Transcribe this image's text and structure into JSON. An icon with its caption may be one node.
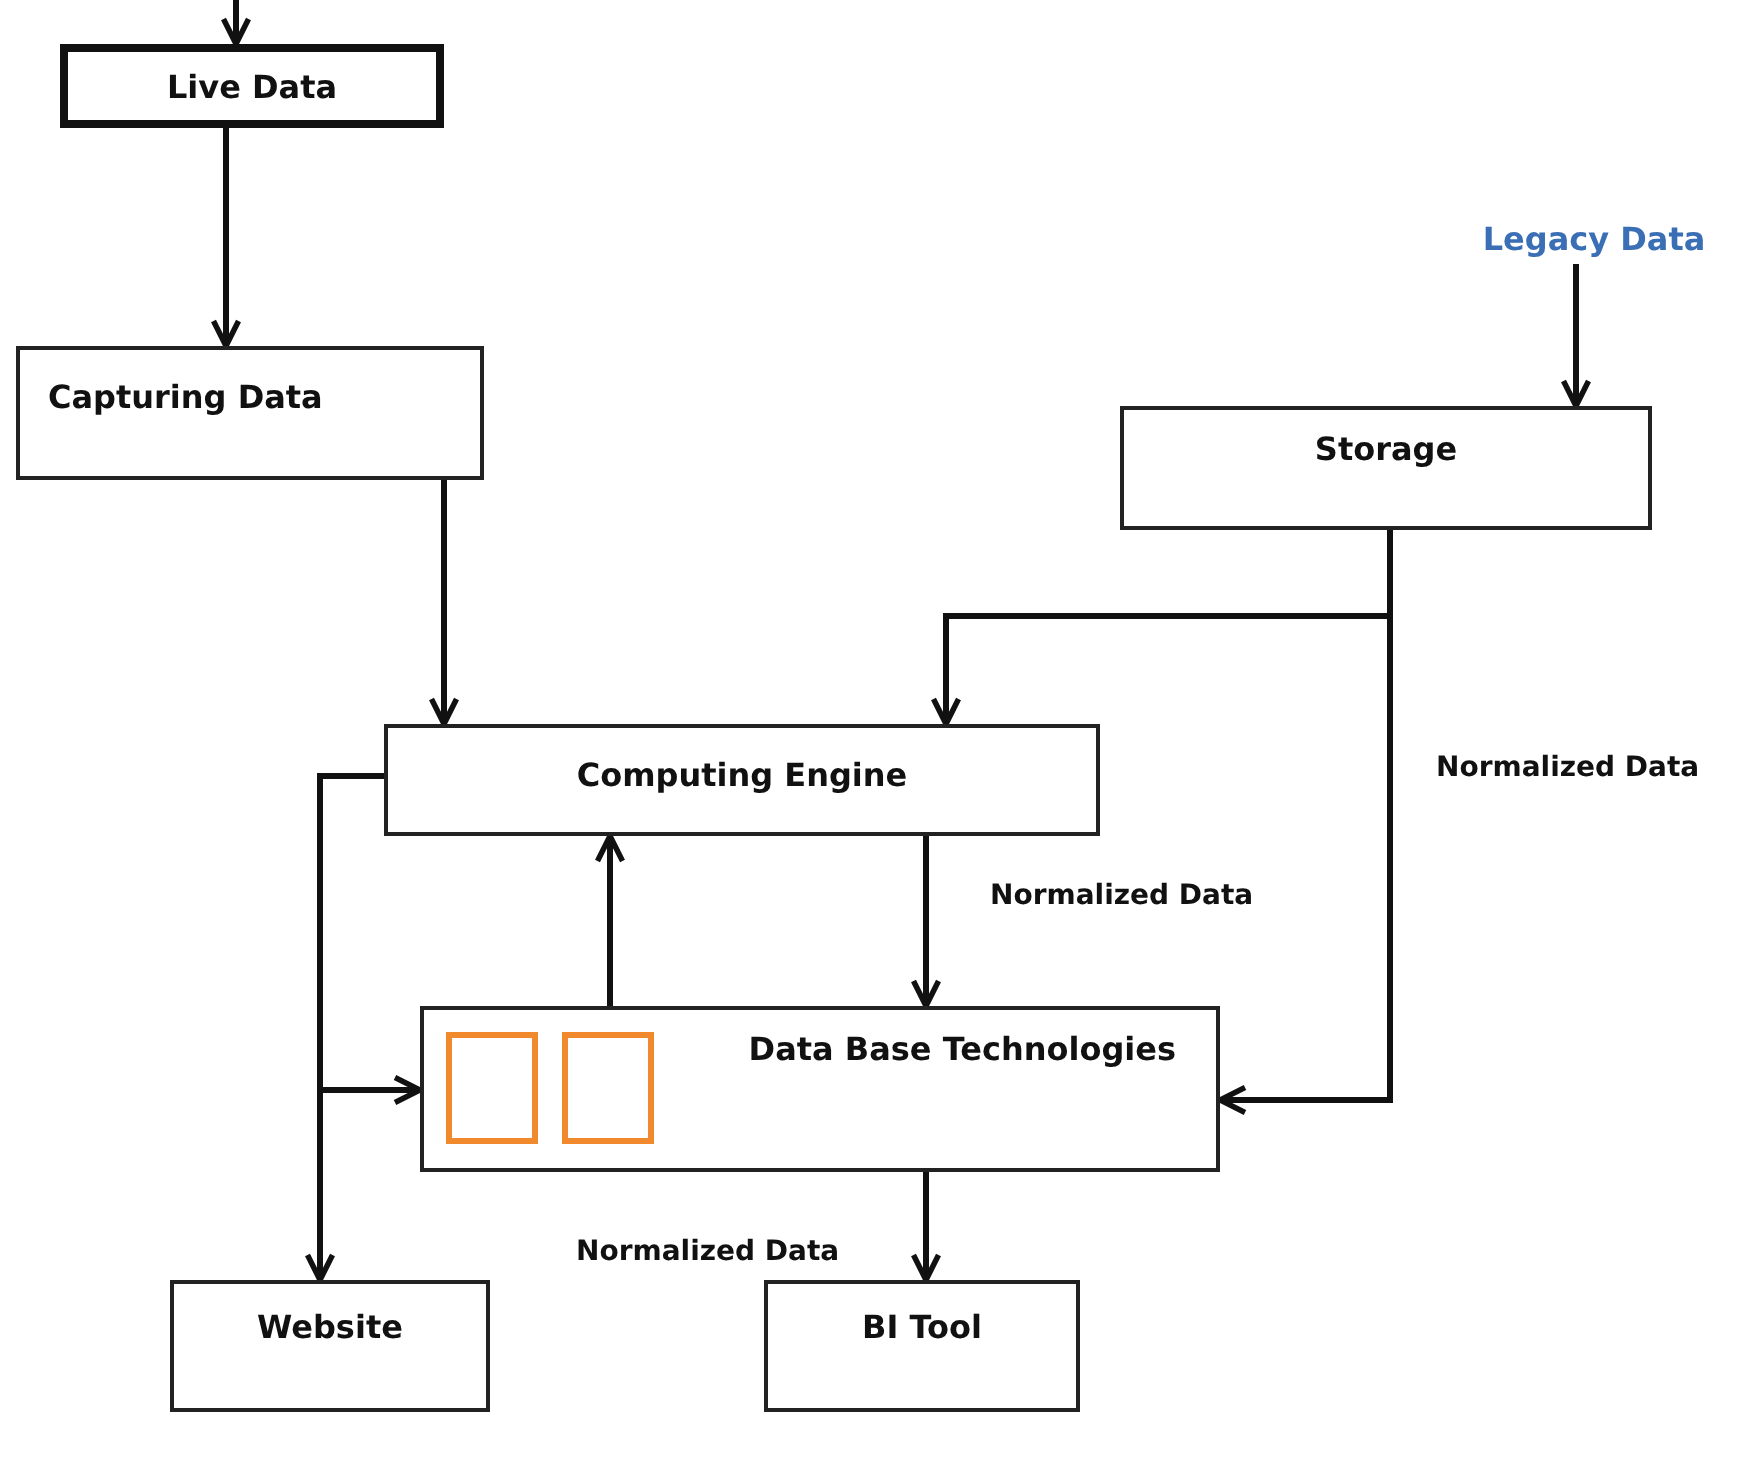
{
  "diagram": {
    "nodes": [
      {
        "text": [
          "Live Data"
        ]
      },
      {
        "text": [
          "Legacy Data"
        ]
      },
      {
        "text": [
          "Capturing Data"
        ]
      },
      {
        "text": [
          "Storage"
        ]
      },
      {
        "text": [
          "Computing Engine"
        ]
      },
      {
        "text": [
          "Data Base Technologies"
        ]
      },
      {
        "text": [],
        "shape": "box",
        "in": 5
      },
      {
        "text": [],
        "shape": "box",
        "in": 5
      },
      {
        "text": [
          "Website"
        ]
      },
      {
        "text": [
          "BI Tool"
        ]
      }
    ],
    "edges": [
      {
        "from": null,
        "to": 0,
        "arrow": "to"
      },
      {
        "from": 0,
        "to": 2,
        "arrow": "to"
      },
      {
        "from": 1,
        "to": 3,
        "arrow": "to"
      },
      {
        "from": 2,
        "to": 4,
        "arrow": "to"
      },
      {
        "from": 3,
        "to": 4,
        "arrow": "to"
      },
      {
        "from": 3,
        "to": 5,
        "arrow": "to",
        "label": "Normalized Data"
      },
      {
        "from": 4,
        "to": 5,
        "arrow": "to",
        "label": "Normalized Data"
      },
      {
        "from": 7,
        "to": 4,
        "arrow": "to"
      },
      {
        "from": 4,
        "to": 8,
        "arrow": "to"
      },
      {
        "from": 4,
        "to": 5,
        "arrow": "to"
      },
      {
        "from": 5,
        "to": 9,
        "arrow": "to",
        "label": "Normalized Data"
      }
    ]
  }
}
